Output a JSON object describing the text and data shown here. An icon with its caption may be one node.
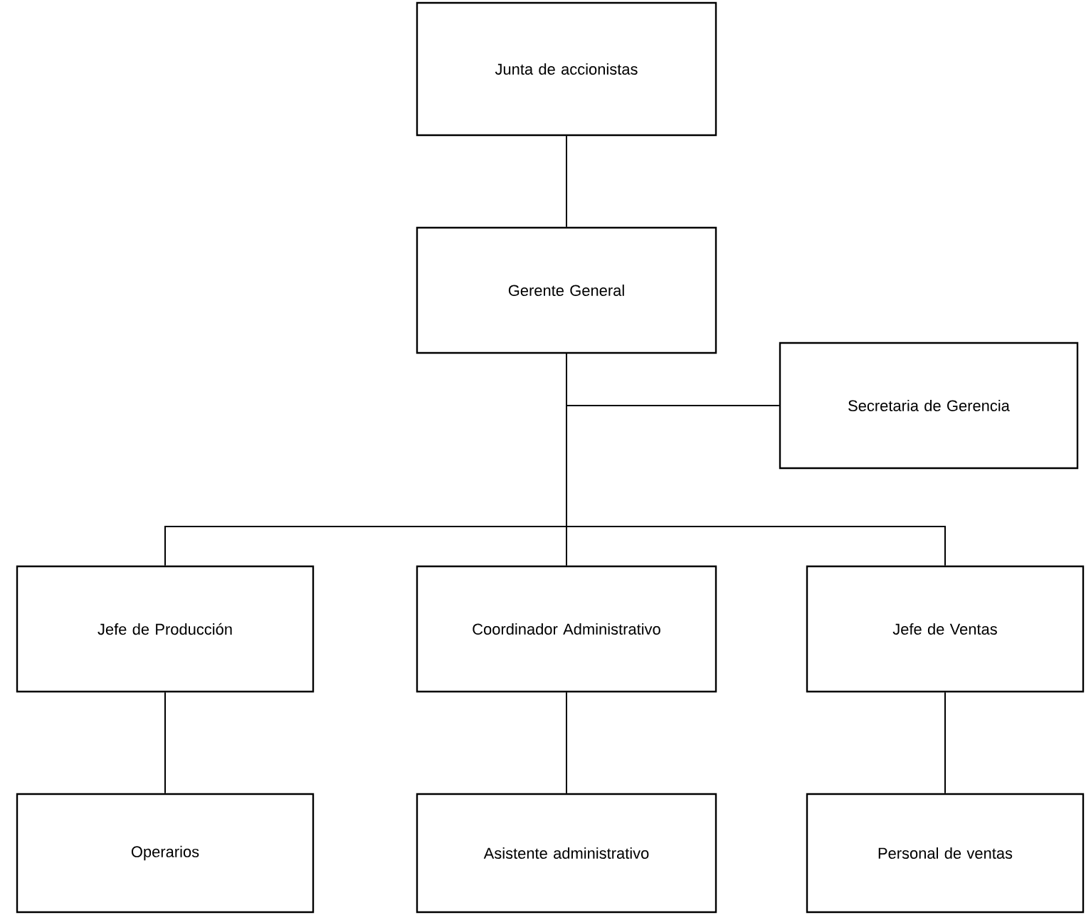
{
  "diagram": {
    "nodes": [
      {
        "text": [
          "Junta de accionistas"
        ]
      },
      {
        "text": [
          "Gerente General"
        ]
      },
      {
        "text": [
          "Secretaria de Gerencia"
        ]
      },
      {
        "text": [
          "Jefe de Producción"
        ]
      },
      {
        "text": [
          "Coordinador Administrativo"
        ]
      },
      {
        "text": [
          "Jefe de Ventas"
        ]
      },
      {
        "text": [
          "Operarios"
        ]
      },
      {
        "text": [
          "Asistente administrativo"
        ]
      },
      {
        "text": [
          "Personal de ventas"
        ]
      }
    ],
    "edges": [
      {
        "from": 0,
        "to": 1,
        "arrow": "none"
      },
      {
        "from": 1,
        "to": 2,
        "arrow": "none"
      },
      {
        "from": 1,
        "to": 3,
        "arrow": "none"
      },
      {
        "from": 1,
        "to": 4,
        "arrow": "none"
      },
      {
        "from": 1,
        "to": 5,
        "arrow": "none"
      },
      {
        "from": 3,
        "to": 6,
        "arrow": "none"
      },
      {
        "from": 4,
        "to": 7,
        "arrow": "none"
      },
      {
        "from": 5,
        "to": 8,
        "arrow": "none"
      }
    ]
  }
}
